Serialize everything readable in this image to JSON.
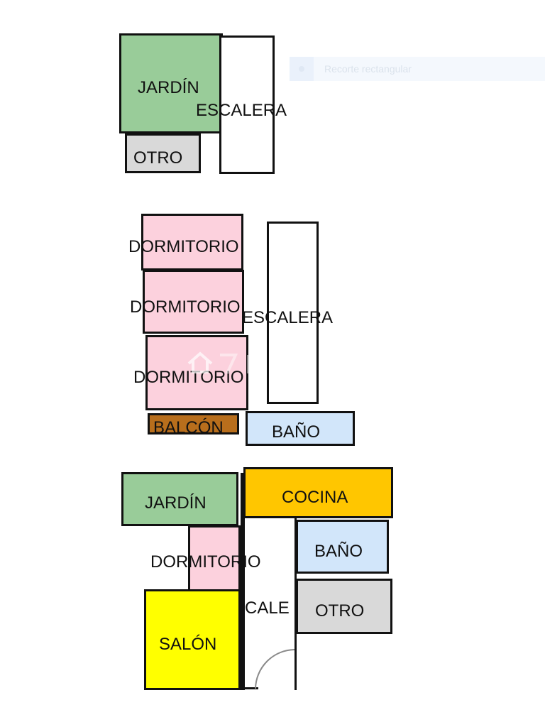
{
  "snip_toolbar": {
    "label": "Recorte rectangular",
    "icon": "dot-icon"
  },
  "colors": {
    "jardin": "#99cc99",
    "otro": "#d9d9d9",
    "escalera": "#ffffff",
    "dormitorio": "#fcd1dd",
    "balcon": "#b86e1c",
    "bano": "#d2e6fa",
    "cocina": "#ffc600",
    "salon": "#ffff00",
    "wall": "#111111"
  },
  "plan_top": {
    "jardin": "JARDÍN",
    "escalera": "ESCALERA",
    "otro": "OTRO"
  },
  "plan_middle": {
    "dormitorio_1": "DORMITORIO",
    "dormitorio_2": "DORMITORIO",
    "dormitorio_3": "DORMITORIO",
    "escalera": "ESCALERA",
    "balcon": "BALCÓN",
    "bano": "BAÑO"
  },
  "plan_bottom": {
    "jardin": "JARDÍN",
    "cocina": "COCINA",
    "dormitorio": "DORMITORIO",
    "bano": "BAÑO",
    "escalera": "CALE",
    "otro": "OTRO",
    "salon": "SALÓN"
  }
}
